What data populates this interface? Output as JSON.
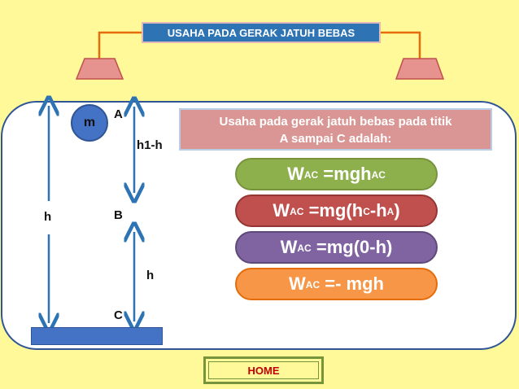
{
  "title": "USAHA PADA GERAK JATUH BEBAS",
  "diagram": {
    "mass_label": "m",
    "point_a": "A",
    "point_b": "B",
    "point_c": "C",
    "height_total": "h",
    "height_ab": "h1-h",
    "height_bc": "h"
  },
  "description": {
    "line1": "Usaha pada gerak jatuh bebas pada titik",
    "line2": "A sampai C adalah:"
  },
  "equations": [
    {
      "w": "W",
      "sub": "AC",
      "rest": " =mgh",
      "sub2": "AC"
    },
    {
      "w": "W",
      "sub": "AC",
      "rest": " =mg(h",
      "sub_c": "C",
      "dash": "-h",
      "sub_a": "A",
      "close": ")"
    },
    {
      "w": "W",
      "sub": "AC",
      "rest": " =mg(0-h)"
    },
    {
      "w": "W",
      "sub": "AC",
      "rest": " =- mgh"
    }
  ],
  "home_label": "HOME",
  "colors": {
    "background": "#FFF99A",
    "title_bg": "#2E74B5",
    "accent_blue": "#4472C4",
    "eq_green": "#8DB04D",
    "eq_red": "#C0504D",
    "eq_purple": "#8064A2",
    "eq_orange": "#F79646",
    "home_text": "#C00000"
  }
}
